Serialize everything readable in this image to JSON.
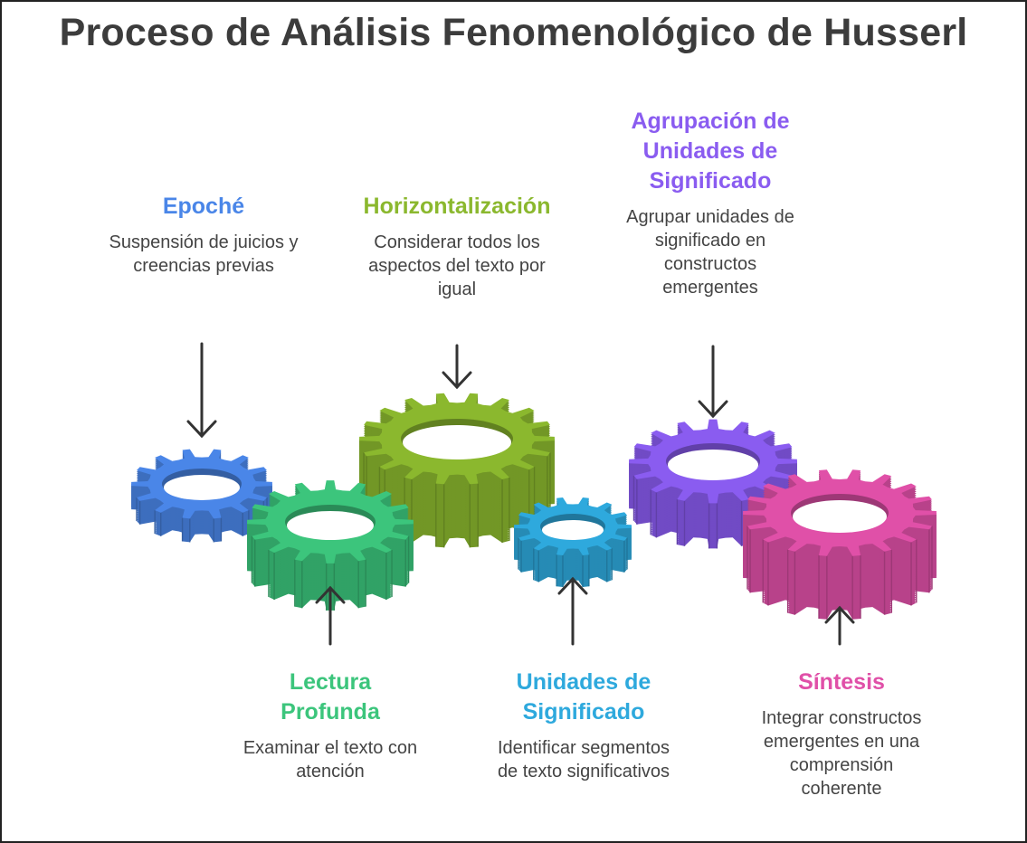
{
  "title": "Proceso de Análisis Fenomenológico de Husserl",
  "steps": [
    {
      "title": "Epoché",
      "description": "Suspensión de juicios y creencias previas",
      "color": "#4a86e8"
    },
    {
      "title": "Horizontalización",
      "description": "Considerar todos los aspectos del texto por igual",
      "color": "#8bb82e"
    },
    {
      "title": "Agrupación de Unidades de Significado",
      "description": "Agrupar unidades de significado en constructos emergentes",
      "color": "#8a5cf0"
    },
    {
      "title": "Lectura Profunda",
      "description": "Examinar el texto con atención",
      "color": "#3cc57c"
    },
    {
      "title": "Unidades de Significado",
      "description": "Identificar segmentos de texto significativos",
      "color": "#2ea9dd"
    },
    {
      "title": "Síntesis",
      "description": "Integrar constructos emergentes en una comprensión coherente",
      "color": "#e050a8"
    }
  ],
  "gear_icons": [
    "gear-icon-blue",
    "gear-icon-green-large",
    "gear-icon-green",
    "gear-icon-cyan",
    "gear-icon-purple",
    "gear-icon-pink"
  ]
}
